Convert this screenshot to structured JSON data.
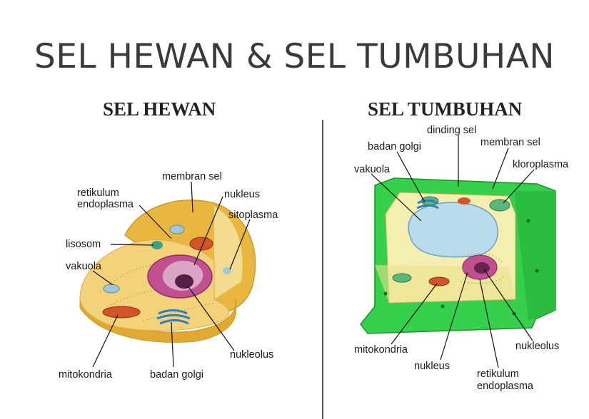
{
  "title": "SEL HEWAN & SEL TUMBUHAN",
  "animal": {
    "heading": "SEL HEWAN",
    "labels": {
      "membran_sel": "membran sel",
      "retikulum_1": "retikulum",
      "retikulum_2": "endoplasma",
      "nukleus": "nukleus",
      "sitoplasma": "sitoplasma",
      "lisosom": "lisosom",
      "vakuola": "vakuola",
      "nukleolus": "nukleolus",
      "mitokondria": "mitokondria",
      "badan_golgi": "badan golgi"
    }
  },
  "plant": {
    "heading": "SEL TUMBUHAN",
    "labels": {
      "dinding_sel": "dinding sel",
      "badan_golgi": "badan golgi",
      "membran_sel": "membran sel",
      "vakuola": "vakuola",
      "kloroplasma": "kloroplasma",
      "mitokondria": "mitokondria",
      "nukleolus": "nukleolus",
      "nukleus": "nukleus",
      "retikulum_1": "retikulum",
      "retikulum_2": "endoplasma"
    }
  },
  "colors": {
    "title": "#3a3a3a",
    "cell_wall": "#35d14a",
    "cytoplasm_animal": "#f3d27a",
    "cytoplasm_plant": "#f4efb0",
    "vacuole": "#b9dcec",
    "nucleus": "#c0508f"
  }
}
